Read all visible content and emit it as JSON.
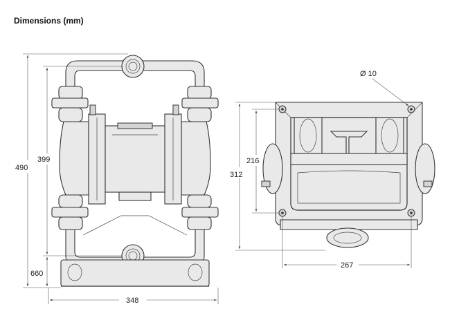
{
  "title": "Dimensions (mm)",
  "front_view": {
    "total_height": "490",
    "inner_height": "399",
    "base_height": "660",
    "width": "348"
  },
  "side_view": {
    "hole_diameter": "Ø 10",
    "inner_height": "216",
    "outer_height": "312",
    "hole_spacing": "267"
  }
}
